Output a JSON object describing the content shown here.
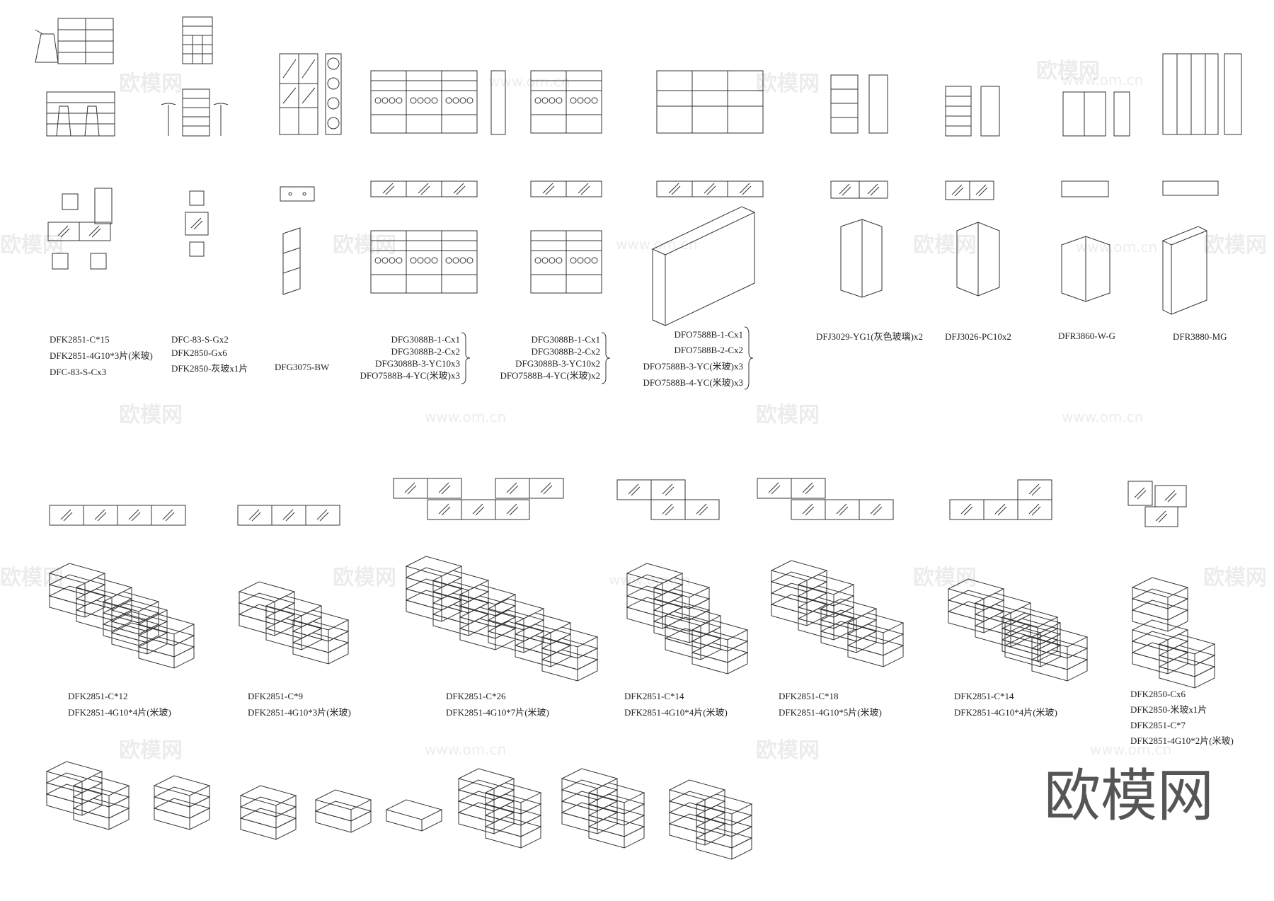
{
  "watermark": {
    "text": "欧模网",
    "url": "www.om.cn"
  },
  "logo": "欧模网",
  "labels": [
    "DFK2851-C*15",
    "DFK2851-4G10*3片(米玻)",
    "DFC-83-S-Cx3",
    "DFC-83-S-Gx2",
    "DFK2850-Gx6",
    "DFK2850-灰玻x1片",
    "DFG3075-BW",
    "DFG3088B-1-Cx1",
    "DFG3088B-2-Cx2",
    "DFG3088B-3-YC10x3",
    "DFO7588B-4-YC(米玻)x3",
    "DFG3088B-1-Cx1",
    "DFG3088B-2-Cx2",
    "DFG3088B-3-YC10x2",
    "DFO7588B-4-YC(米玻)x2",
    "DFO7588B-1-Cx1",
    "DFO7588B-2-Cx2",
    "DFO7588B-3-YC(米玻)x3",
    "DFO7588B-4-YC(米玻)x3",
    "DFJ3029-YG1(灰色玻璃)x2",
    "DFJ3026-PC10x2",
    "DFR3860-W-G",
    "DFR3880-MG",
    "DFK2851-C*12",
    "DFK2851-4G10*4片(米玻)",
    "DFK2851-C*9",
    "DFK2851-4G10*3片(米玻)",
    "DFK2851-C*26",
    "DFK2851-4G10*7片(米玻)",
    "DFK2851-C*14",
    "DFK2851-4G10*4片(米玻)",
    "DFK2851-C*18",
    "DFK2851-4G10*5片(米玻)",
    "DFK2851-C*14",
    "DFK2851-4G10*4片(米玻)",
    "DFK2850-Cx6",
    "DFK2850-米玻x1片",
    "DFK2851-C*7",
    "DFK2851-4G10*2片(米玻)"
  ]
}
